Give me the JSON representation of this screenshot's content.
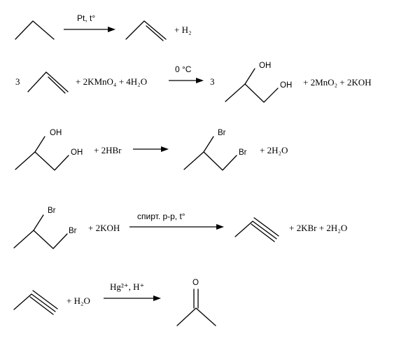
{
  "reactions": [
    {
      "condition": "Pt, t°",
      "rhs": "+ H₂"
    },
    {
      "coef_left": "3",
      "lhs": "+ 2KMnO₄ + 4H₂O",
      "condition": "0 °C",
      "coef_right": "3",
      "oh_top": "OH",
      "oh_bottom": "OH",
      "rhs": "+ 2MnO₂ + 2KOH"
    },
    {
      "oh_top": "OH",
      "oh_bottom": "OH",
      "lhs": "+ 2HBr",
      "br_top": "Br",
      "br_bottom": "Br",
      "rhs": "+ 2H₂O"
    },
    {
      "br_top": "Br",
      "br_bottom": "Br",
      "lhs": "+ 2KOH",
      "condition": "спирт. р-р, t°",
      "rhs": "+ 2KBr + 2H₂O"
    },
    {
      "lhs": "+ H₂O",
      "condition": "Hg²⁺, H⁺",
      "o_label": "O"
    }
  ]
}
